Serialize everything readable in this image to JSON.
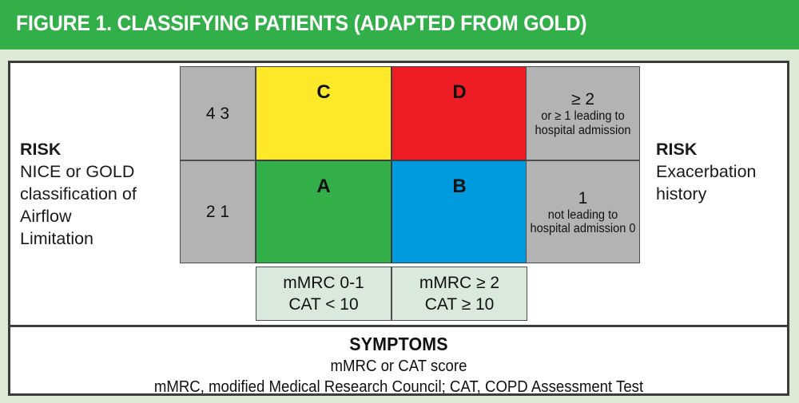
{
  "header": {
    "title": "FIGURE 1. CLASSIFYING PATIENTS (ADAPTED FROM GOLD)",
    "background_color": "#33af49",
    "text_color": "#ffffff"
  },
  "left_panel": {
    "title": "RISK",
    "description": "NICE or GOLD\nclassification of\nAirflow\nLimitation"
  },
  "right_panel": {
    "title": "RISK",
    "description": "Exacerbation\nhistory"
  },
  "gold_axis": {
    "top": "4\n3",
    "bottom": "2\n1",
    "background_color": "#b3b3b3"
  },
  "exacerbation_axis": {
    "top": {
      "big": "≥ 2",
      "small": "or ≥ 1 leading\nto hospital\nadmission"
    },
    "bottom": {
      "big": "1",
      "small": "not leading\nto hospital\nadmission\n0"
    },
    "background_color": "#b3b3b3"
  },
  "quadrants": {
    "c": {
      "label": "C",
      "color": "#fde92a"
    },
    "d": {
      "label": "D",
      "color": "#ee1c25"
    },
    "a": {
      "label": "A",
      "color": "#33af49"
    },
    "b": {
      "label": "B",
      "color": "#009bde"
    }
  },
  "symptom_cells": {
    "left": {
      "line1": "mMRC 0-1",
      "line2": "CAT < 10"
    },
    "right": {
      "line1": "mMRC ≥ 2",
      "line2": "CAT ≥ 10"
    },
    "background_color": "#daeada"
  },
  "footer": {
    "title": "SYMPTOMS",
    "subtitle": "mMRC or CAT score",
    "legend": "mMRC, modified Medical Research Council; CAT, COPD Assessment Test"
  }
}
